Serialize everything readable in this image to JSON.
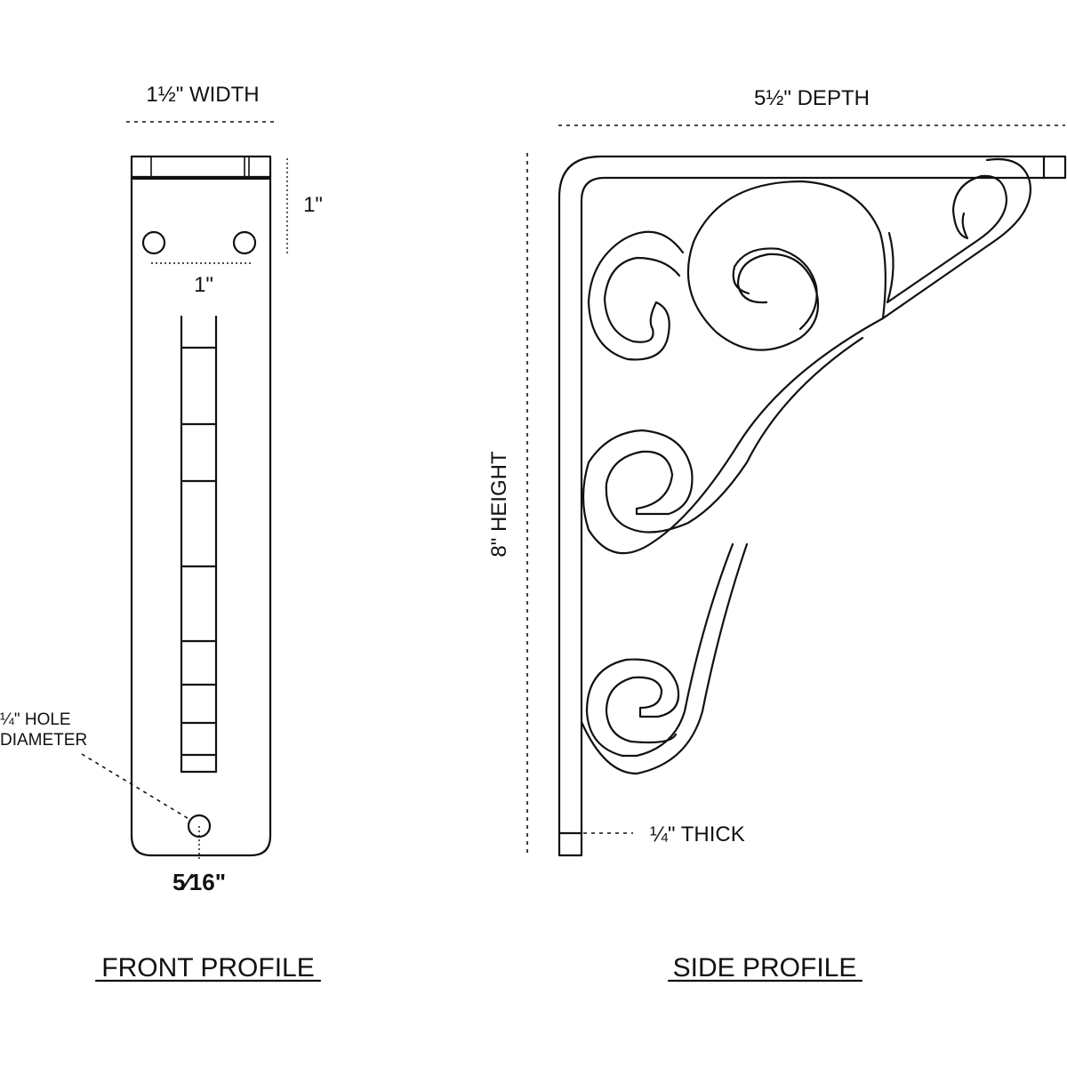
{
  "front": {
    "width_label": "1½\" WIDTH",
    "top_gap_label": "1\"",
    "hole_spacing_label": "1\"",
    "hole_label_line1": "¼\" HOLE",
    "hole_label_line2": "DIAMETER",
    "bottom_label": "5⁄16\"",
    "title": "FRONT PROFILE"
  },
  "side": {
    "depth_label": "5½\" DEPTH",
    "height_label": "8\" HEIGHT",
    "thick_label": "¼\" THICK",
    "title": "SIDE PROFILE"
  },
  "colors": {
    "ink": "#111111",
    "background": "#ffffff"
  }
}
